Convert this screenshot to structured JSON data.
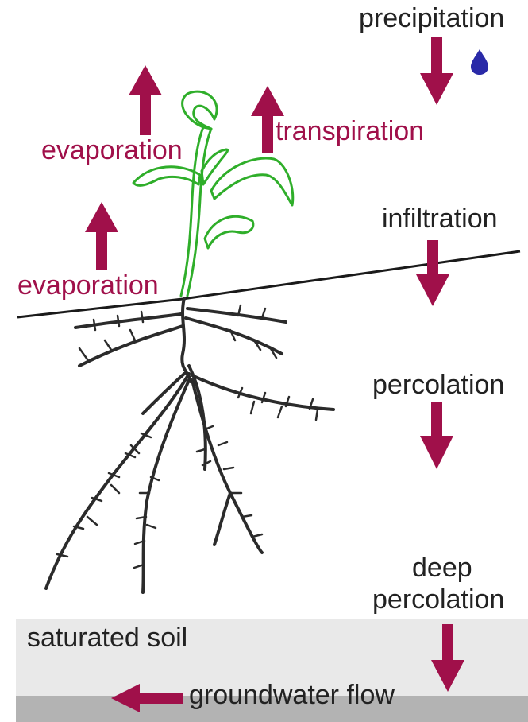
{
  "labels": {
    "precipitation": "precipitation",
    "transpiration": "transpiration",
    "evaporation_upper": "evaporation",
    "evaporation_lower": "evaporation",
    "infiltration": "infiltration",
    "percolation": "percolation",
    "deep_percolation_line1": "deep",
    "deep_percolation_line2": "percolation",
    "saturated_soil": "saturated soil",
    "groundwater_flow": "groundwater flow"
  },
  "colors": {
    "arrow": "#a0104a",
    "plant": "#2fae2a",
    "root": "#2b2b2b",
    "raindrop": "#2a2aa8",
    "saturated_zone": "#e9e9e9",
    "groundwater_band": "#b3b3b3"
  }
}
